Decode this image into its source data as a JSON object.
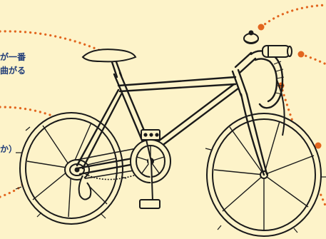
{
  "labels": {
    "saddle_line1": "が一番",
    "saddle_line2": "曲がる",
    "chain_fragment": "か）"
  },
  "colors": {
    "background": "#fdf3c9",
    "line": "#1a1a1a",
    "dotted": "#e2661f",
    "text": "#1f3b78"
  }
}
